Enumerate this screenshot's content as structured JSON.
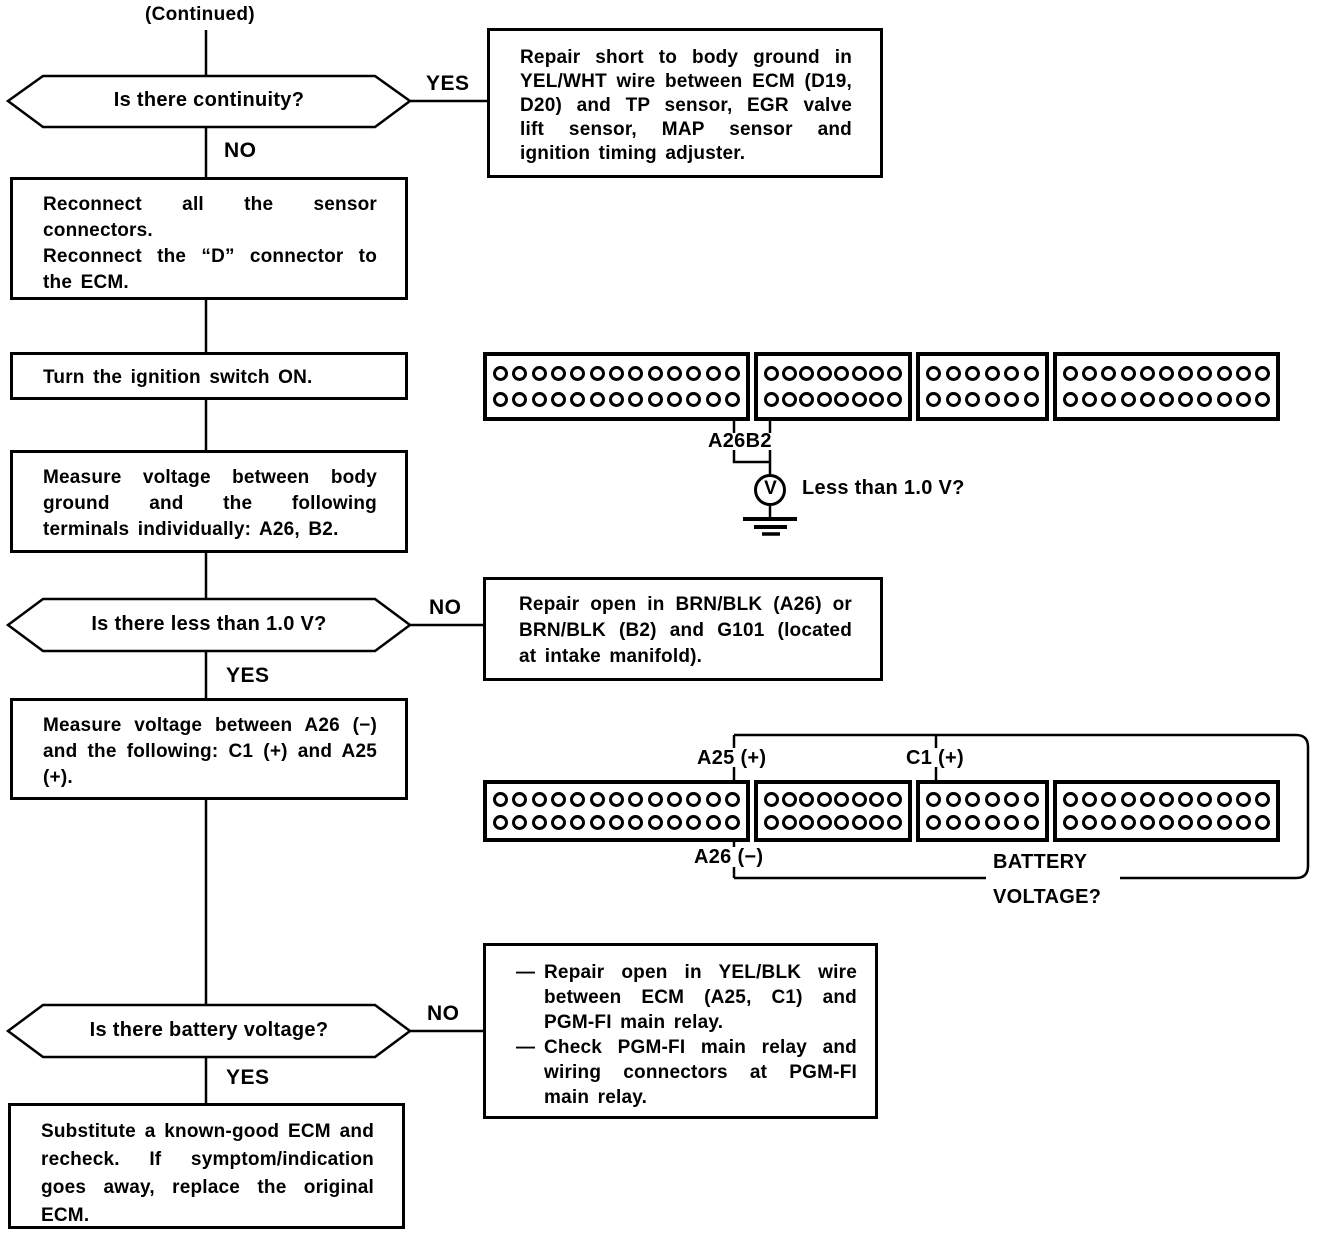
{
  "colors": {
    "ink": "#000000",
    "paper": "#ffffff"
  },
  "header": {
    "continued": "(Continued)"
  },
  "decisions": {
    "continuity": {
      "question": "Is there continuity?",
      "yes_label": "YES",
      "no_label": "NO"
    },
    "less_than_1v": {
      "question": "Is there less than 1.0 V?",
      "yes_label": "YES",
      "no_label": "NO"
    },
    "battery_voltage": {
      "question": "Is there battery voltage?",
      "yes_label": "YES",
      "no_label": "NO"
    }
  },
  "action_boxes": {
    "repair_short": {
      "text": "Repair short to body ground in YEL/WHT wire between ECM (D19, D20) and TP sensor, EGR valve lift sensor, MAP sensor and ignition timing adjuster."
    },
    "reconnect": {
      "lines": [
        "Reconnect all the sensor connectors.",
        "Reconnect the “D” connector to the ECM."
      ]
    },
    "ignition_on": {
      "text": "Turn the ignition switch ON."
    },
    "measure_ground": {
      "text": "Measure voltage between body ground and the following terminals individually: A26, B2."
    },
    "repair_open_ground": {
      "text": "Repair open in BRN/BLK (A26) or BRN/BLK (B2) and G101 (located at intake manifold)."
    },
    "measure_a26": {
      "text": "Measure voltage between A26 (−) and the following: C1 (+) and A25 (+)."
    },
    "repair_open_relay": {
      "bullet": "—",
      "items": [
        "Repair open in YEL/BLK wire between ECM (A25, C1) and PGM-FI main relay.",
        "Check PGM-FI main relay and wiring connectors at PGM-FI main relay."
      ]
    },
    "substitute_ecm": {
      "text": "Substitute a known-good ECM and recheck. If symptom/indication goes away, replace the original ECM."
    }
  },
  "probe_labels": {
    "a26b2": "A26B2",
    "less_than": "Less than 1.0 V?",
    "voltmeter": "V",
    "a25_plus": "A25 (+)",
    "c1_plus": "C1 (+)",
    "a26_minus": "A26 (−)",
    "battery_line1": "BATTERY",
    "battery_line2": "VOLTAGE?"
  },
  "connectors": [
    {
      "name": "ecm-connector-top",
      "rows": 2,
      "sections": [
        13,
        8,
        6,
        11
      ]
    },
    {
      "name": "ecm-connector-bottom",
      "rows": 2,
      "sections": [
        13,
        8,
        6,
        11
      ]
    }
  ]
}
